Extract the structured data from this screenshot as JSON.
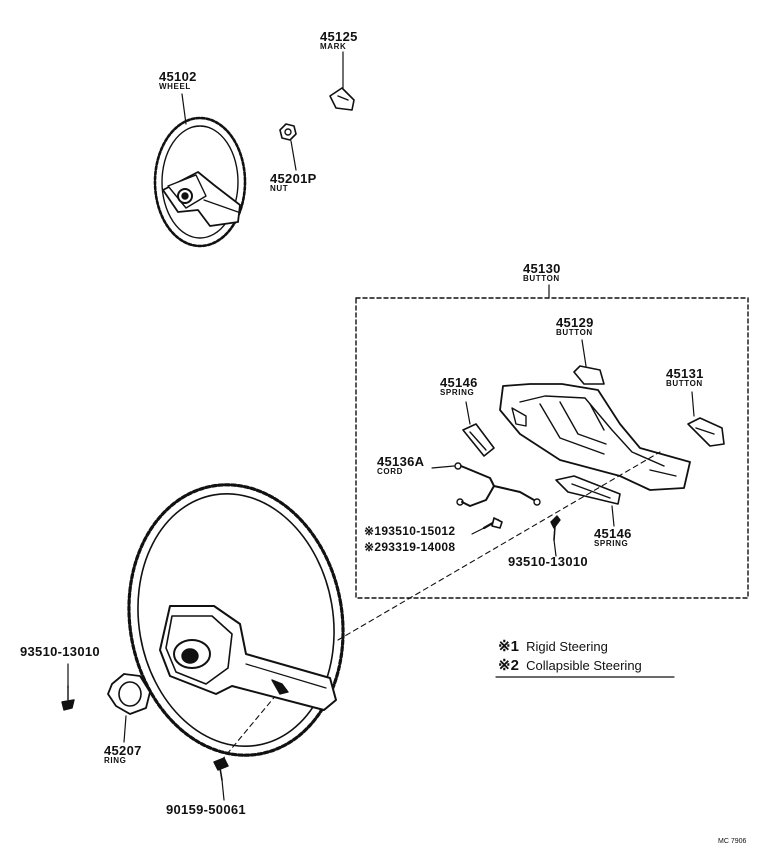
{
  "parts": {
    "p45125": {
      "number": "45125",
      "name": "MARK"
    },
    "p45102": {
      "number": "45102",
      "name": "WHEEL"
    },
    "p45201p": {
      "number": "45201P",
      "name": "NUT"
    },
    "p45130": {
      "number": "45130",
      "name": "BUTTON"
    },
    "p45129": {
      "number": "45129",
      "name": "BUTTON"
    },
    "p45131": {
      "number": "45131",
      "name": "BUTTON"
    },
    "p45146a": {
      "number": "45146",
      "name": "SPRING"
    },
    "p45136a": {
      "number": "45136A",
      "name": "CORD"
    },
    "p45146b": {
      "number": "45146",
      "name": "SPRING"
    },
    "p93510_in": {
      "number": "93510-13010"
    },
    "p193510": {
      "number": "※193510-15012"
    },
    "p293319": {
      "number": "※293319-14008"
    },
    "p93510_out": {
      "number": "93510-13010"
    },
    "p45207": {
      "number": "45207",
      "name": "RING"
    },
    "p90159": {
      "number": "90159-50061"
    }
  },
  "legend": {
    "item1": {
      "marker": "※1",
      "text": "Rigid Steering"
    },
    "item2": {
      "marker": "※2",
      "text": "Collapsible Steering"
    }
  },
  "diagram_code": "MC 7906",
  "colors": {
    "ink": "#111111",
    "paper": "#ffffff"
  }
}
